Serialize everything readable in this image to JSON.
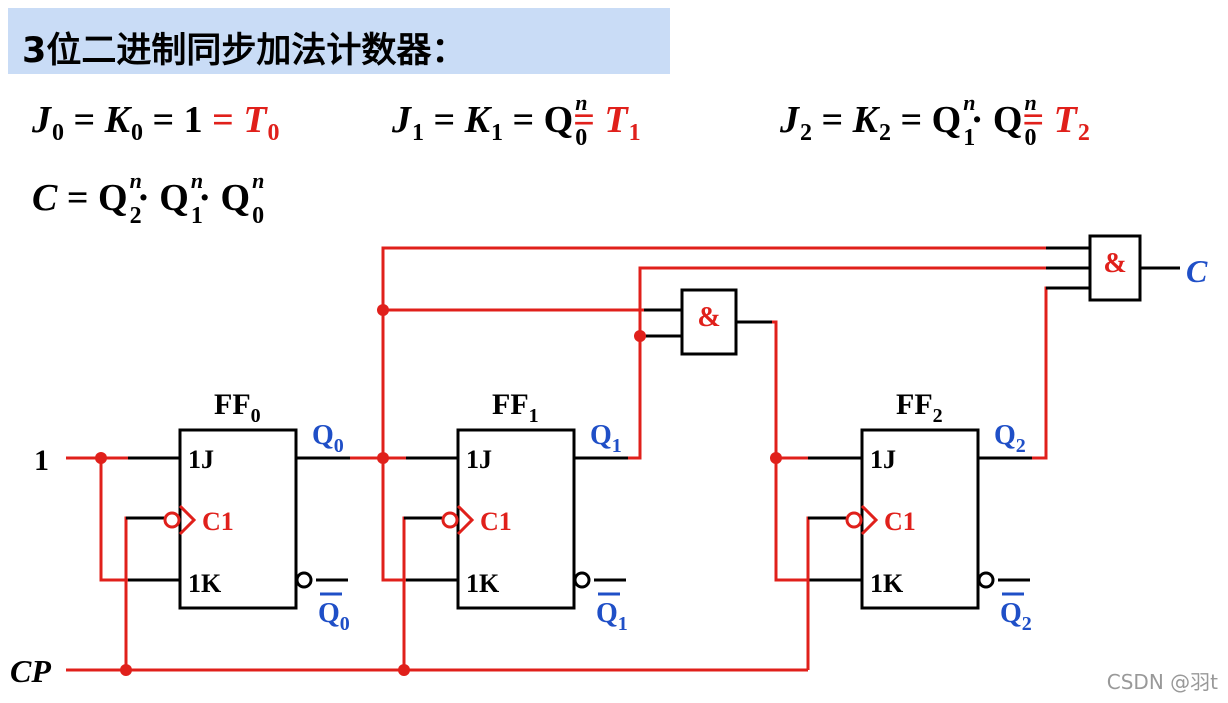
{
  "title": "3位二进制同步加法计数器：",
  "equations": {
    "j0": {
      "J": "J",
      "j_sub": "0",
      "eq1": " = ",
      "K": "K",
      "k_sub": "0",
      "eq2": " = 1 ",
      "eq3": "= ",
      "T": "T",
      "t_sub": "0"
    },
    "j1": {
      "J": "J",
      "j_sub": "1",
      "eq1": " = ",
      "K": "K",
      "k_sub": "1",
      "eq2": " = ",
      "Q": "Q",
      "q_sup": "n",
      "q_sub": "0",
      "eq3": "= ",
      "T": "T",
      "t_sub": "1"
    },
    "j2": {
      "J": "J",
      "j_sub": "2",
      "eq1": " = ",
      "K": "K",
      "k_sub": "2",
      "eq2": " = ",
      "Qa": "Q",
      "qa_sup": "n",
      "qa_sub": "1",
      "dot": " · ",
      "Qb": "Q",
      "qb_sup": "n",
      "qb_sub": "0",
      "eq3": "= ",
      "T": "T",
      "t_sub": "2"
    },
    "c": {
      "C": "C",
      "eq": " = ",
      "Qa": "Q",
      "qa_sup": "n",
      "qa_sub": "2",
      "dot1": " · ",
      "Qb": "Q",
      "qb_sup": "n",
      "qb_sub": "1",
      "dot2": " · ",
      "Qc": "Q",
      "qc_sup": "n",
      "qc_sub": "0"
    }
  },
  "circuit": {
    "input_one": "1",
    "clock": "CP",
    "carry_out": "C",
    "and_symbol": "&",
    "flipflops": [
      {
        "name": "FF",
        "index": "0",
        "j": "1J",
        "clk": "C1",
        "k": "1K",
        "q": "Q",
        "q_index": "0",
        "qbar": "Q",
        "qbar_index": "0"
      },
      {
        "name": "FF",
        "index": "1",
        "j": "1J",
        "clk": "C1",
        "k": "1K",
        "q": "Q",
        "q_index": "1",
        "qbar": "Q",
        "qbar_index": "1"
      },
      {
        "name": "FF",
        "index": "2",
        "j": "1J",
        "clk": "C1",
        "k": "1K",
        "q": "Q",
        "q_index": "2",
        "qbar": "Q",
        "qbar_index": "2"
      }
    ]
  },
  "watermark": "CSDN @羽t",
  "colors": {
    "wire": "#e0201b",
    "black": "#000000",
    "label_blue": "#1f4fc7",
    "title_bg": "#c9dcf6"
  }
}
